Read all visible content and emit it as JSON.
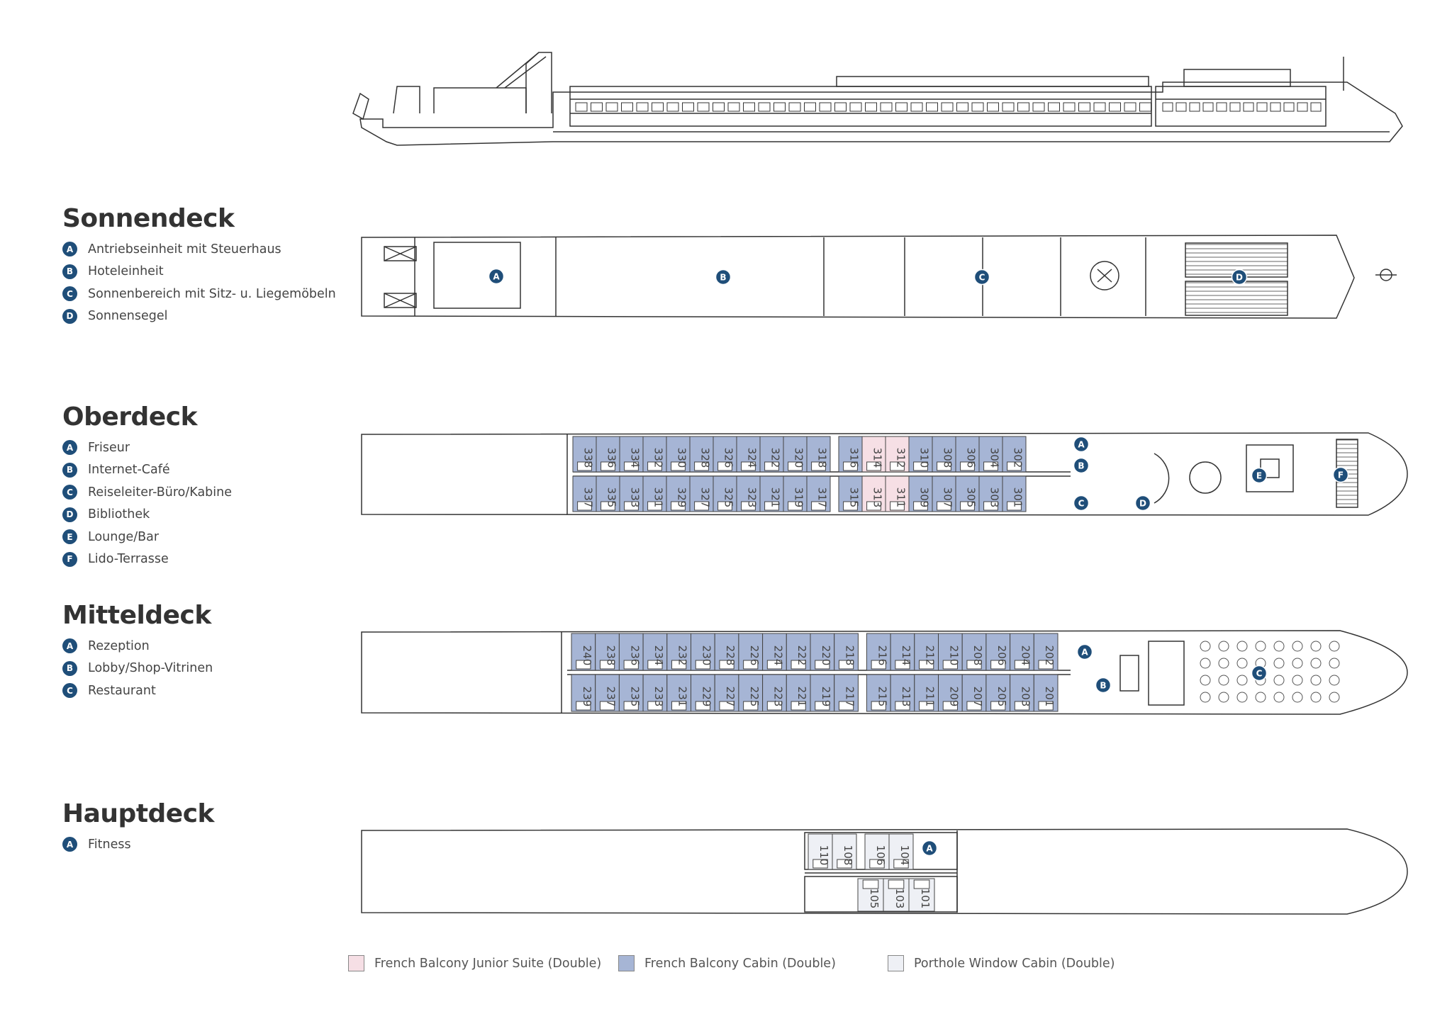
{
  "decks": [
    {
      "title": "Sonnendeck",
      "legend": [
        {
          "letter": "A",
          "label": "Antriebseinheit mit Steuerhaus"
        },
        {
          "letter": "B",
          "label": "Hoteleinheit"
        },
        {
          "letter": "C",
          "label": "Sonnenbereich mit Sitz- u. Liegemöbeln"
        },
        {
          "letter": "D",
          "label": "Sonnensegel"
        }
      ]
    },
    {
      "title": "Oberdeck",
      "legend": [
        {
          "letter": "A",
          "label": "Friseur"
        },
        {
          "letter": "B",
          "label": "Internet-Café"
        },
        {
          "letter": "C",
          "label": "Reiseleiter-Büro/Kabine"
        },
        {
          "letter": "D",
          "label": "Bibliothek"
        },
        {
          "letter": "E",
          "label": "Lounge/Bar"
        },
        {
          "letter": "F",
          "label": "Lido-Terrasse"
        }
      ]
    },
    {
      "title": "Mitteldeck",
      "legend": [
        {
          "letter": "A",
          "label": "Rezeption"
        },
        {
          "letter": "B",
          "label": "Lobby/Shop-Vitrinen"
        },
        {
          "letter": "C",
          "label": "Restaurant"
        }
      ]
    },
    {
      "title": "Hauptdeck",
      "legend": [
        {
          "letter": "A",
          "label": "Fitness"
        }
      ]
    }
  ],
  "cabins": {
    "ober_top": [
      "338",
      "336",
      "334",
      "332",
      "330",
      "328",
      "326",
      "324",
      "322",
      "320",
      "318",
      "316",
      "314",
      "312",
      "310",
      "308",
      "306",
      "304",
      "302"
    ],
    "ober_bottom": [
      "337",
      "335",
      "333",
      "331",
      "329",
      "327",
      "325",
      "323",
      "321",
      "319",
      "317",
      "315",
      "313",
      "311",
      "309",
      "307",
      "305",
      "303",
      "301"
    ],
    "mittel_top": [
      "240",
      "238",
      "236",
      "234",
      "232",
      "230",
      "228",
      "226",
      "224",
      "222",
      "220",
      "218",
      "216",
      "214",
      "212",
      "210",
      "208",
      "206",
      "204",
      "202"
    ],
    "mittel_bottom": [
      "239",
      "237",
      "235",
      "233",
      "231",
      "229",
      "227",
      "225",
      "223",
      "221",
      "219",
      "217",
      "215",
      "213",
      "211",
      "209",
      "207",
      "205",
      "203",
      "201"
    ],
    "haupt_top": [
      "110",
      "108",
      "106",
      "104"
    ],
    "haupt_bottom": [
      "105",
      "103",
      "101"
    ],
    "junior_suites": [
      "314",
      "312",
      "313",
      "311"
    ]
  },
  "markers": {
    "sonnendeck": [
      "A",
      "B",
      "C",
      "D"
    ],
    "oberdeck": [
      "A",
      "B",
      "C",
      "D",
      "E",
      "F"
    ],
    "mitteldeck": [
      "A",
      "B",
      "C"
    ],
    "hauptdeck": [
      "A"
    ]
  },
  "cabin_key": [
    {
      "label": "French Balcony Junior Suite (Double)",
      "color": "#f6dfe5"
    },
    {
      "label": "French Balcony Cabin (Double)",
      "color": "#a6b5d5"
    },
    {
      "label": "Porthole Window Cabin (Double)",
      "color": "#eef0f5"
    }
  ],
  "colors": {
    "badge": "#1f4e79",
    "line": "#333333"
  }
}
